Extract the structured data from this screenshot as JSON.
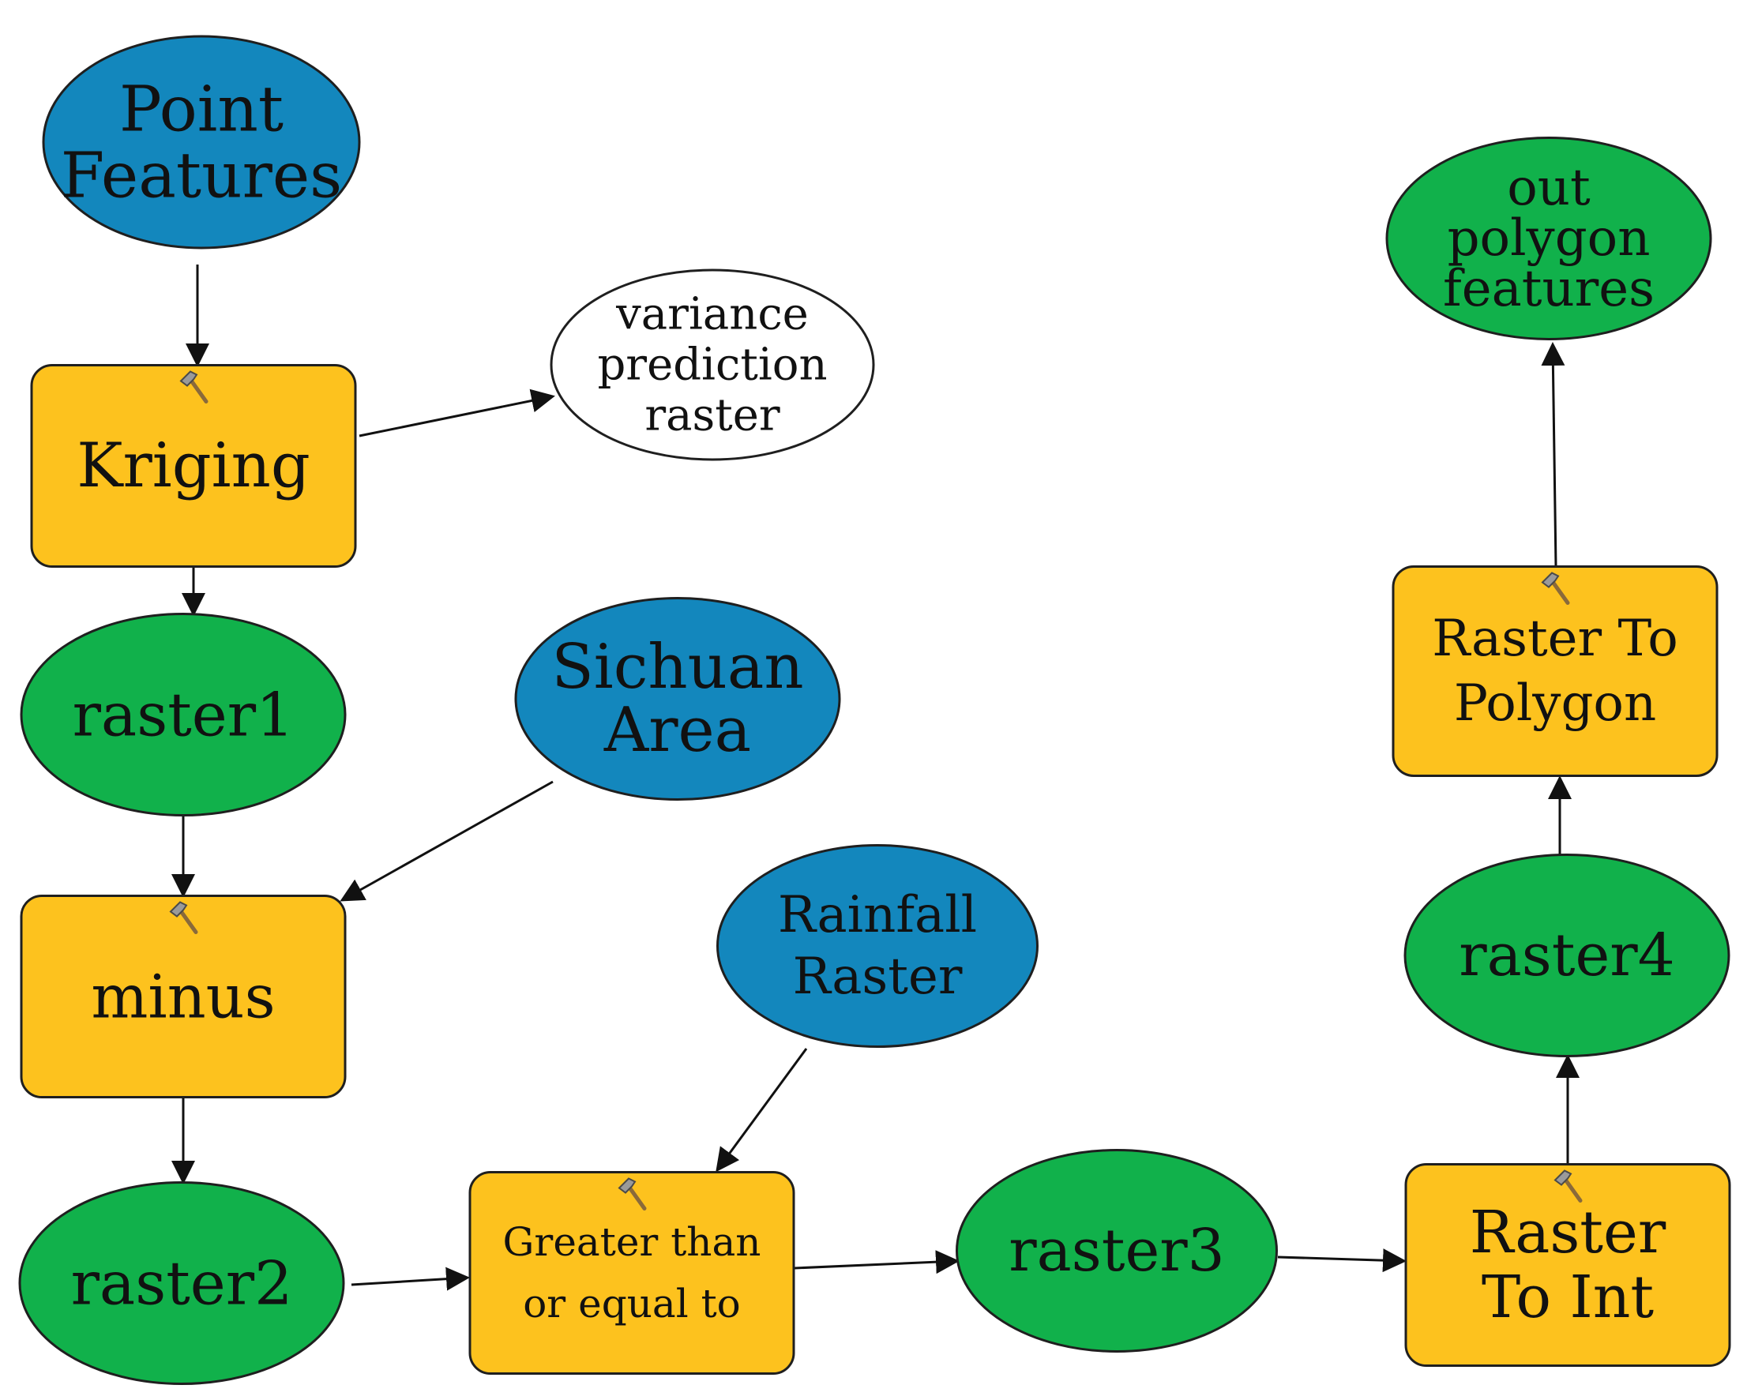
{
  "colors": {
    "input": "#1387bd",
    "derived": "#11b14b",
    "tool": "#fdc21e",
    "output_plain": "#ffffff",
    "stroke": "#1f1f1f"
  },
  "icons": {
    "tool": "hammer-icon"
  },
  "nodes": [
    {
      "id": "point-features",
      "kind": "input",
      "shape": "ellipse",
      "lines": [
        "Point",
        "Features"
      ]
    },
    {
      "id": "kriging",
      "kind": "tool",
      "shape": "rect",
      "lines": [
        "Kriging"
      ]
    },
    {
      "id": "variance-prediction-raster",
      "kind": "output_plain",
      "shape": "ellipse",
      "lines": [
        "variance",
        "prediction",
        "raster"
      ]
    },
    {
      "id": "raster1",
      "kind": "derived",
      "shape": "ellipse",
      "lines": [
        "raster1"
      ]
    },
    {
      "id": "sichuan-area",
      "kind": "input",
      "shape": "ellipse",
      "lines": [
        "Sichuan",
        "Area"
      ]
    },
    {
      "id": "minus",
      "kind": "tool",
      "shape": "rect",
      "lines": [
        "minus"
      ]
    },
    {
      "id": "rainfall-raster",
      "kind": "input",
      "shape": "ellipse",
      "lines": [
        "Rainfall",
        "Raster"
      ]
    },
    {
      "id": "raster2",
      "kind": "derived",
      "shape": "ellipse",
      "lines": [
        "raster2"
      ]
    },
    {
      "id": "greater-than-or-equal-to",
      "kind": "tool",
      "shape": "rect",
      "lines": [
        "Greater than",
        "or equal to"
      ]
    },
    {
      "id": "raster3",
      "kind": "derived",
      "shape": "ellipse",
      "lines": [
        "raster3"
      ]
    },
    {
      "id": "raster-to-int",
      "kind": "tool",
      "shape": "rect",
      "lines": [
        "Raster",
        "To Int"
      ]
    },
    {
      "id": "raster4",
      "kind": "derived",
      "shape": "ellipse",
      "lines": [
        "raster4"
      ]
    },
    {
      "id": "raster-to-polygon",
      "kind": "tool",
      "shape": "rect",
      "lines": [
        "Raster To",
        "Polygon"
      ]
    },
    {
      "id": "out-polygon-features",
      "kind": "derived",
      "shape": "ellipse",
      "lines": [
        "out",
        "polygon",
        "features"
      ]
    }
  ],
  "edges": [
    {
      "from": "point-features",
      "to": "kriging"
    },
    {
      "from": "kriging",
      "to": "variance-prediction-raster"
    },
    {
      "from": "kriging",
      "to": "raster1"
    },
    {
      "from": "raster1",
      "to": "minus"
    },
    {
      "from": "sichuan-area",
      "to": "minus"
    },
    {
      "from": "minus",
      "to": "raster2"
    },
    {
      "from": "raster2",
      "to": "greater-than-or-equal-to"
    },
    {
      "from": "rainfall-raster",
      "to": "greater-than-or-equal-to"
    },
    {
      "from": "greater-than-or-equal-to",
      "to": "raster3"
    },
    {
      "from": "raster3",
      "to": "raster-to-int"
    },
    {
      "from": "raster-to-int",
      "to": "raster4"
    },
    {
      "from": "raster4",
      "to": "raster-to-polygon"
    },
    {
      "from": "raster-to-polygon",
      "to": "out-polygon-features"
    }
  ]
}
